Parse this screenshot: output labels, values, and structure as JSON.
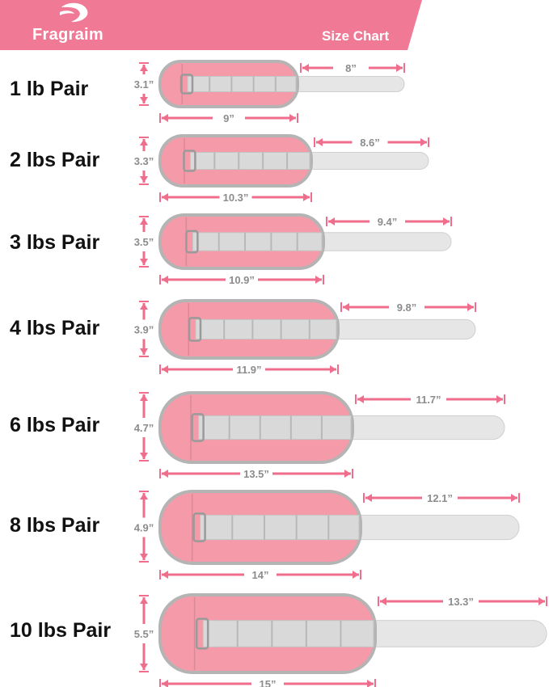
{
  "header": {
    "brand": "Fragraim",
    "title": "Size Chart",
    "logo_icon": "fragraim-logo-icon"
  },
  "colors": {
    "brand_pink": "#f07a95",
    "pad_pink": "#f59aa8",
    "pad_border": "#b4b4b4",
    "strap_gray": "#e6e6e6",
    "dimension_pink": "#ef6e8c",
    "dimension_text": "#8c8c8c"
  },
  "rows": [
    {
      "label": "1 lb Pair",
      "height": "3.1”",
      "length": "9”",
      "strap": "8”"
    },
    {
      "label": "2 lbs Pair",
      "height": "3.3”",
      "length": "10.3”",
      "strap": "8.6”"
    },
    {
      "label": "3 lbs Pair",
      "height": "3.5”",
      "length": "10.9”",
      "strap": "9.4”"
    },
    {
      "label": "4 lbs Pair",
      "height": "3.9”",
      "length": "11.9”",
      "strap": "9.8”"
    },
    {
      "label": "6 lbs Pair",
      "height": "4.7”",
      "length": "13.5”",
      "strap": "11.7”"
    },
    {
      "label": "8 lbs Pair",
      "height": "4.9”",
      "length": "14”",
      "strap": "12.1”"
    },
    {
      "label": "10 lbs Pair",
      "height": "5.5”",
      "length": "15”",
      "strap": "13.3”"
    }
  ]
}
